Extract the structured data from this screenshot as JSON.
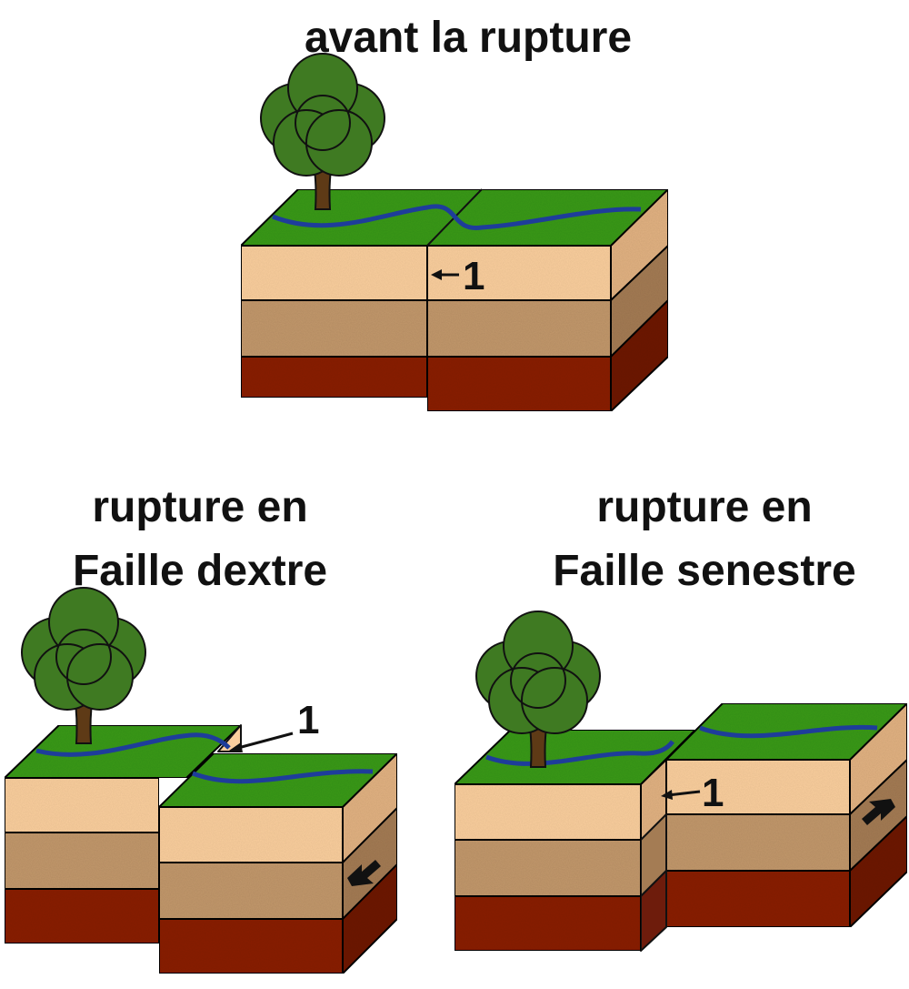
{
  "titles": {
    "before": "avant la rupture",
    "dextral_line1": "rupture en",
    "dextral_line2": "Faille dextre",
    "sinistral_line1": "rupture en",
    "sinistral_line2": "Faille senestre"
  },
  "labels": {
    "fault_before": "1",
    "fault_dextral": "1",
    "fault_sinistral": "1"
  },
  "colors": {
    "grass": "#3a9a1e",
    "river": "#1e3d9a",
    "layer_top": "#fbcf9e",
    "layer_mid": "#c2986c",
    "layer_bottom": "#8a2410",
    "tree_leaves": "#3f7a22",
    "tree_trunk": "#5e3a16"
  },
  "icons": [
    "tree-icon",
    "river-icon",
    "movement-arrow-icon",
    "pointer-arrow-icon"
  ]
}
